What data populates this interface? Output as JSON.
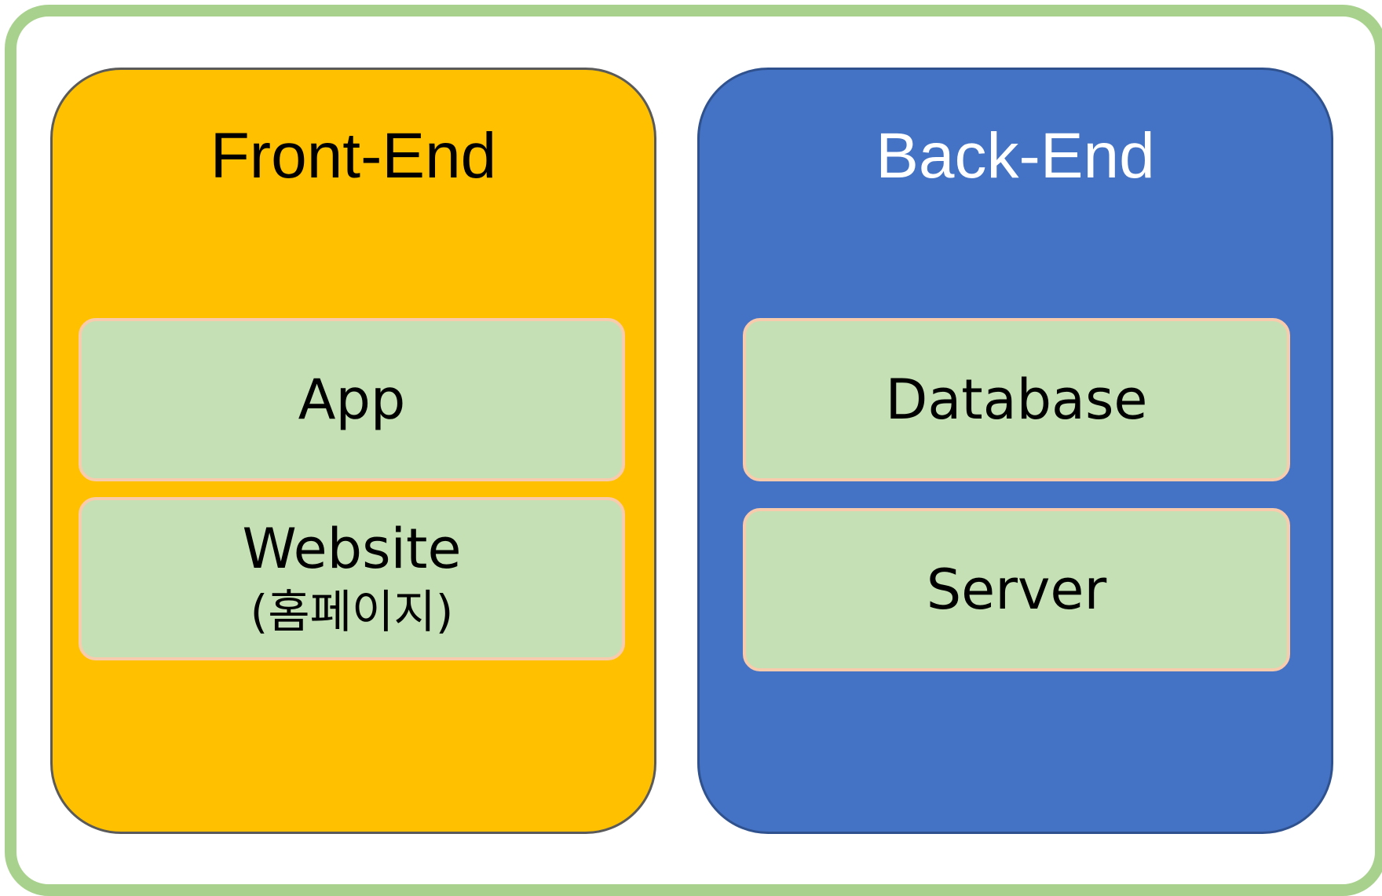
{
  "diagram": {
    "front_end": {
      "title": "Front-End",
      "items": [
        {
          "label": "App"
        },
        {
          "label": "Website",
          "sublabel": "(홈페이지)"
        }
      ]
    },
    "back_end": {
      "title": "Back-End",
      "items": [
        {
          "label": "Database"
        },
        {
          "label": "Server"
        }
      ]
    }
  },
  "colors": {
    "outer_border": "#a9d18e",
    "front_end_fill": "#ffc000",
    "back_end_fill": "#4472c4",
    "box_fill": "#c5e0b4",
    "box_border": "#f8cbad"
  }
}
